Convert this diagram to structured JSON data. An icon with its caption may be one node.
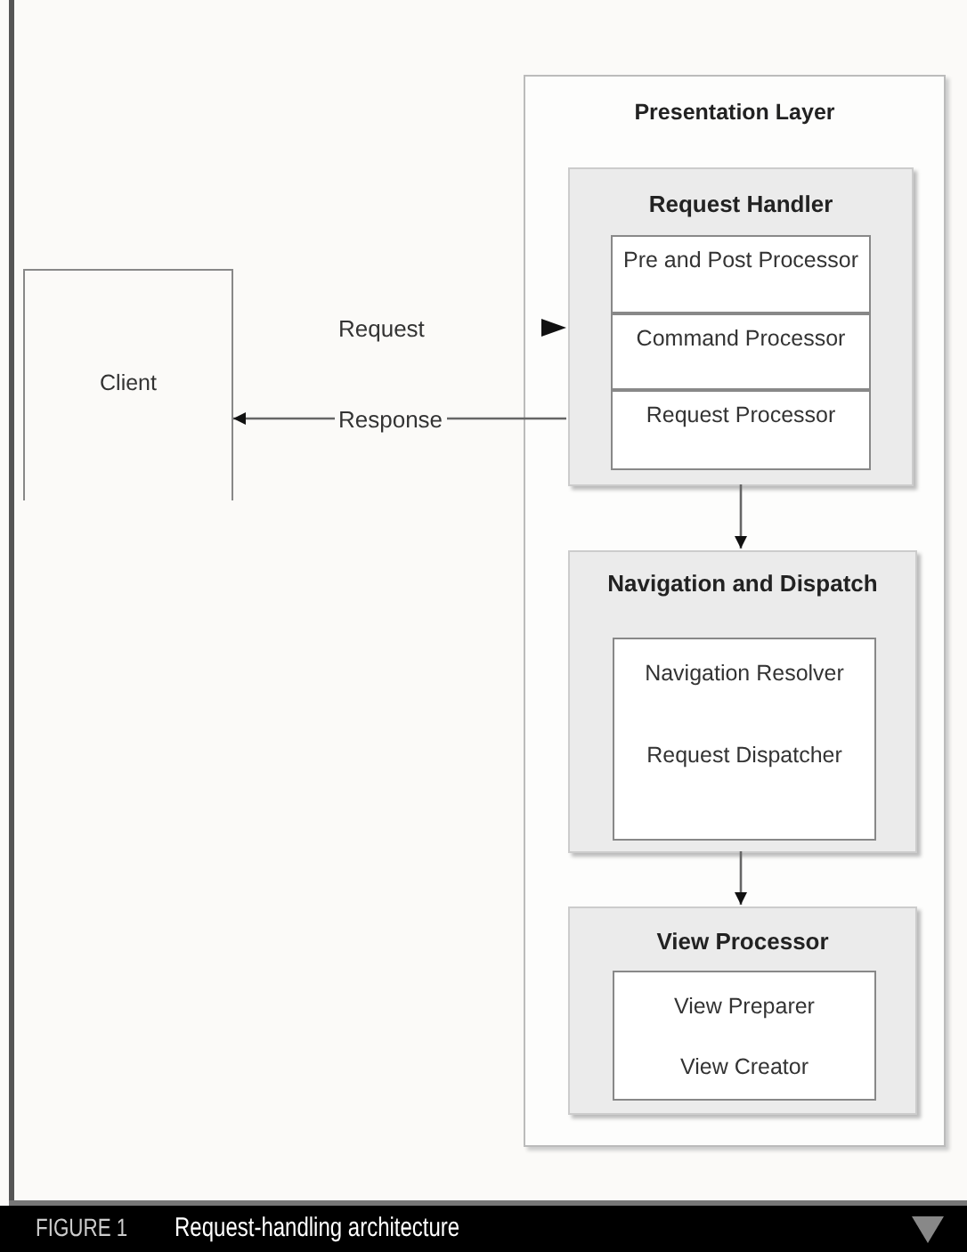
{
  "diagram": {
    "caption": "Request-handling architecture",
    "nodes": [
      {
        "text": [
          "Client"
        ]
      },
      {
        "text": [
          "Presentation Layer"
        ]
      },
      {
        "text": [
          "Request Handler"
        ],
        "in": 1
      },
      {
        "text": [
          "Pre and Post Processor"
        ],
        "in": 2
      },
      {
        "text": [
          "Command Processor"
        ],
        "in": 2
      },
      {
        "text": [
          "Request Processor"
        ],
        "in": 2
      },
      {
        "text": [
          "Navigation and Dispatch"
        ],
        "in": 1
      },
      {
        "text": [
          "Navigation Resolver",
          "Request Dispatcher"
        ],
        "in": 6
      },
      {
        "text": [
          "View Processor"
        ],
        "in": 1
      },
      {
        "text": [
          "View Preparer",
          "View Creator"
        ],
        "in": 8
      }
    ],
    "edges": [
      {
        "from": null,
        "to": 2,
        "arrow": "to"
      },
      {
        "from": 2,
        "to": 0,
        "arrow": "to",
        "label": "Response"
      },
      {
        "from": 2,
        "to": 6,
        "arrow": "to"
      },
      {
        "from": 6,
        "to": 8,
        "arrow": "to"
      }
    ],
    "labels": [
      "Request",
      "FIGURE 1"
    ]
  }
}
